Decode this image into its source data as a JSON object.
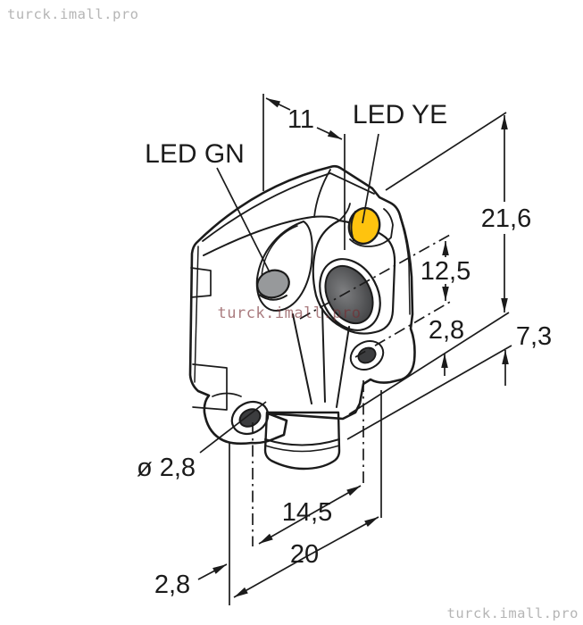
{
  "watermarks": {
    "top_left": "turck.imall.pro",
    "center": "turck.imall.pro",
    "bottom_right": "turck.imall.pro"
  },
  "labels": {
    "led_green": "LED GN",
    "led_yellow": "LED YE"
  },
  "dimensions": {
    "width_top": "11",
    "height_total": "21,6",
    "lens_to_hole": "12,5",
    "hole_to_bottom": "2,8",
    "connector_length": "7,3",
    "hole_diameter": "ø 2,8",
    "hole_spacing": "14,5",
    "body_length": "20",
    "edge_offset": "2,8"
  },
  "colors": {
    "body_gray": "#57585a",
    "connector_gray": "#48494b",
    "led_yellow": "#ffc30e",
    "led_green_unlit": "#97999b",
    "hole_dark": "#3c3d3f",
    "line_black": "#1b1b1b",
    "watermark_gray": "#b5b5b5",
    "watermark_red": "rgba(118,44,48,0.62)"
  }
}
